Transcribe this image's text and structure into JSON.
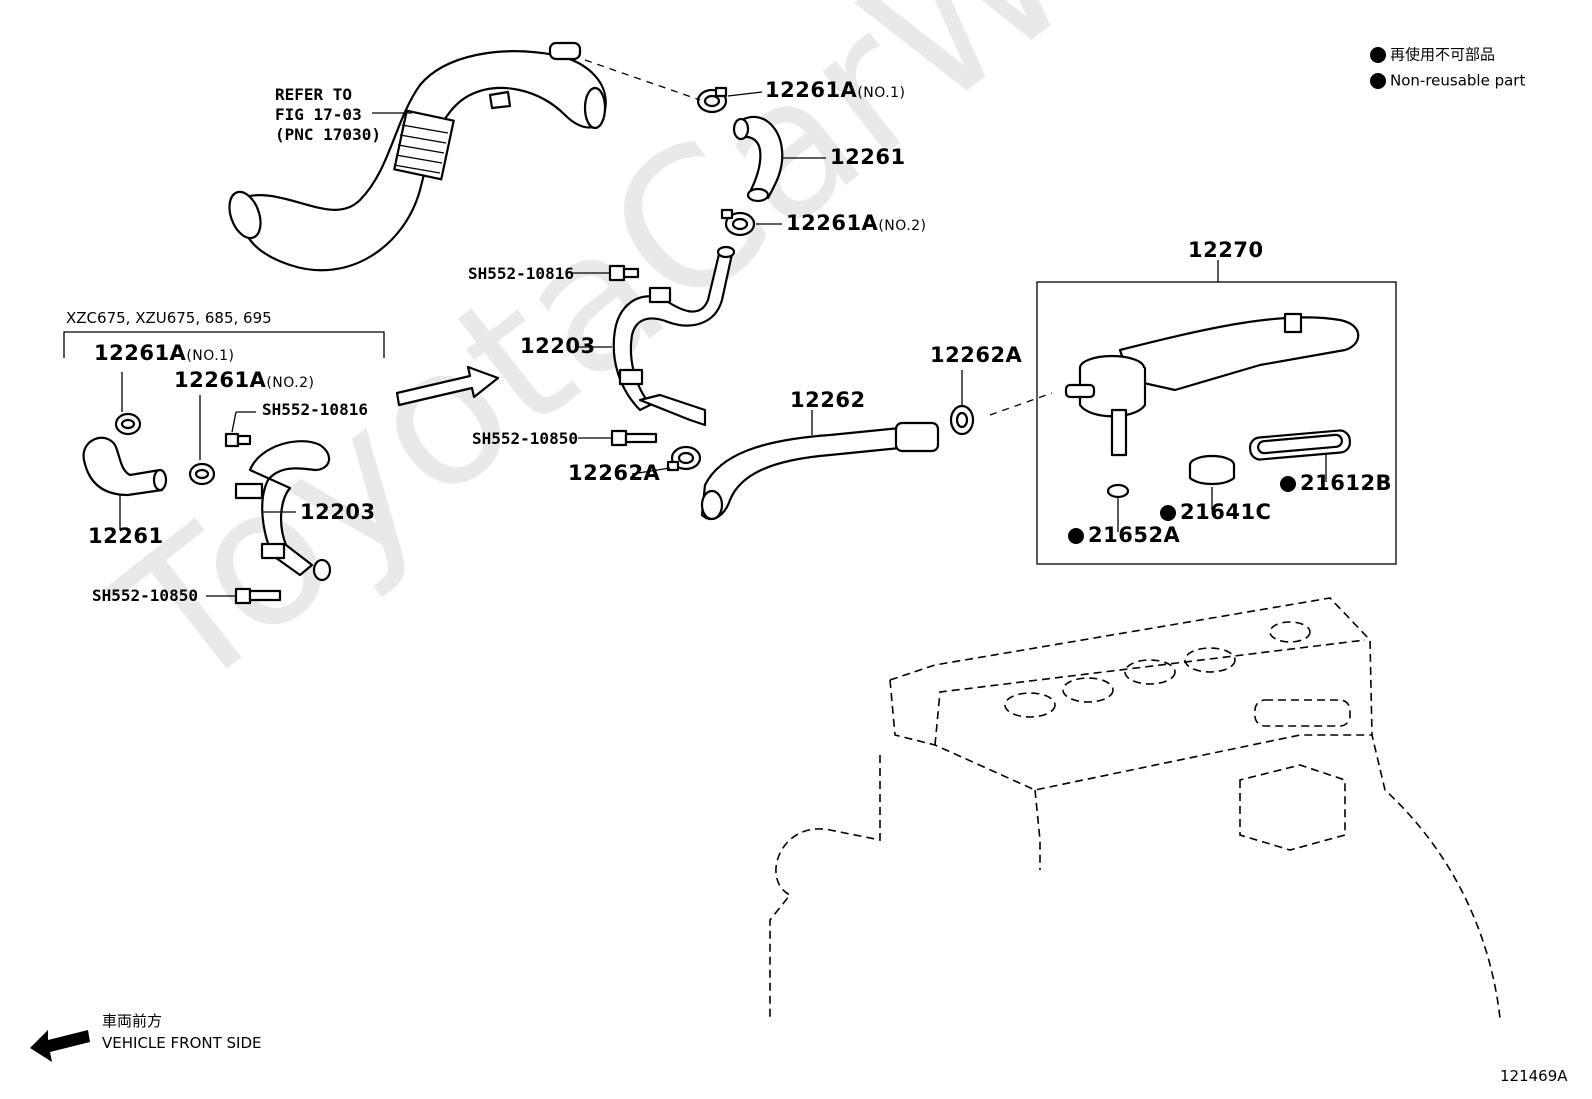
{
  "legend": {
    "line_ja": "再使用不可部品",
    "line_en": "Non-reusable part"
  },
  "refer": {
    "line1": "REFER TO",
    "line2": "FIG 17-03",
    "line3": "(PNC 17030)"
  },
  "variant_group": {
    "title": "XZC675, XZU675, 685, 695"
  },
  "labels": {
    "p12261A_no1_main": "12261A",
    "p12261A_no1_main_suffix": "(NO.1)",
    "p12261_main": "12261",
    "p12261A_no2_main": "12261A",
    "p12261A_no2_main_suffix": "(NO.2)",
    "sh10816_main": "SH552-10816",
    "p12203_main": "12203",
    "sh10850_main": "SH552-10850",
    "p12262A_lower": "12262A",
    "p12262": "12262",
    "p12262A_upper": "12262A",
    "p12270": "12270",
    "p21612B": "21612B",
    "p21641C": "21641C",
    "p21652A": "21652A",
    "p12261A_no1_side": "12261A",
    "p12261A_no1_side_suffix": "(NO.1)",
    "p12261A_no2_side": "12261A",
    "p12261A_no2_side_suffix": "(NO.2)",
    "sh10816_side": "SH552-10816",
    "p12261_side": "12261",
    "p12203_side": "12203",
    "sh10850_side": "SH552-10850"
  },
  "direction": {
    "ja": "車両前方",
    "en": "VEHICLE FRONT SIDE"
  },
  "figure_id": "121469A",
  "watermark": "ToyotaCarWire.ru"
}
